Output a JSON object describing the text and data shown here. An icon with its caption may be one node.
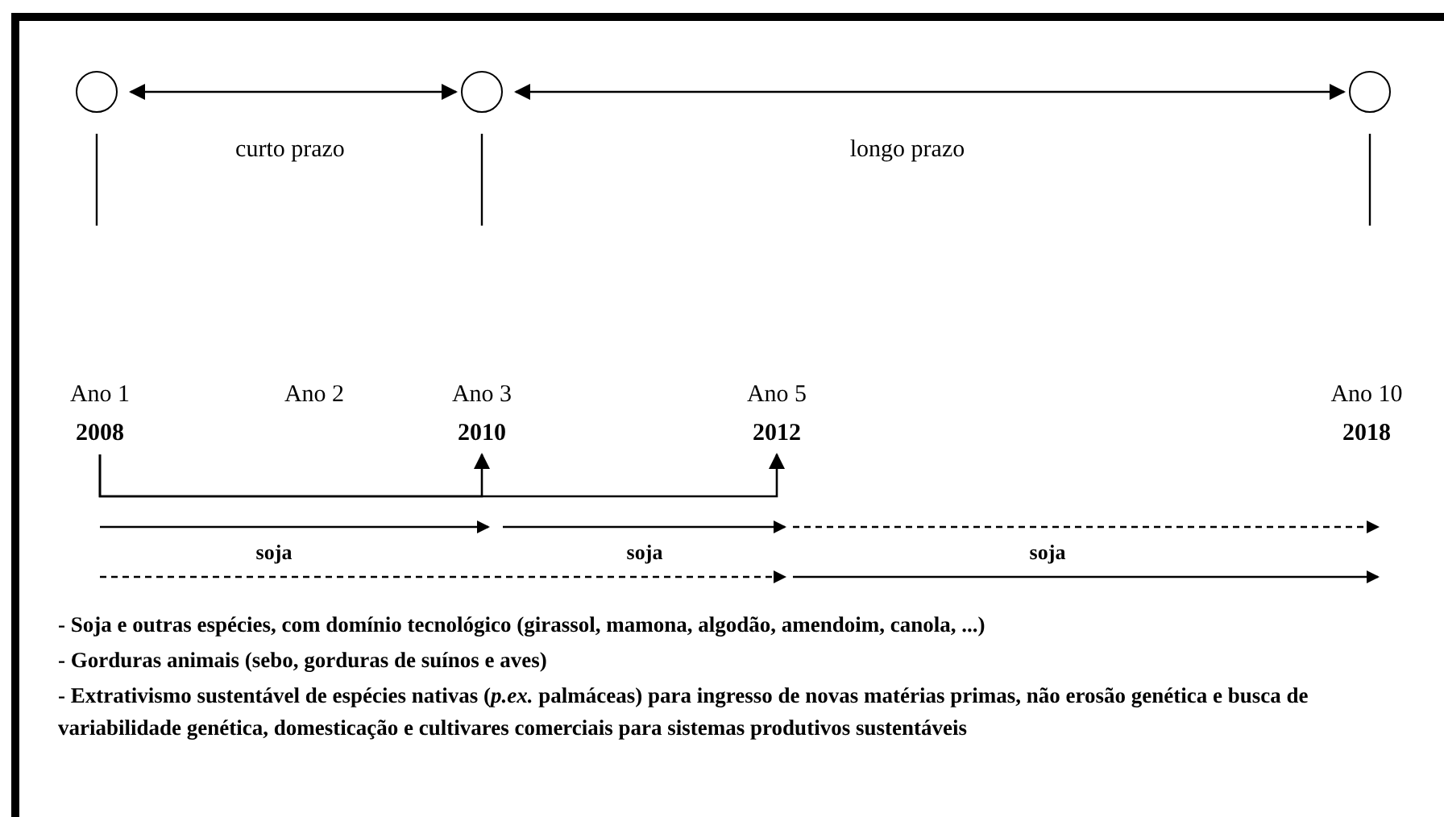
{
  "diagram": {
    "nodes": [
      {
        "text": [],
        "shape": "circle"
      },
      {
        "text": [],
        "shape": "circle"
      },
      {
        "text": [],
        "shape": "circle"
      },
      {
        "text": [
          "Ano 1",
          "2008"
        ]
      },
      {
        "text": [
          "Ano 3",
          "2010"
        ]
      },
      {
        "text": [
          "Ano 5",
          "2012"
        ]
      },
      {
        "text": [
          "Ano 10",
          "2018"
        ]
      }
    ],
    "edges": [
      {
        "from": 0,
        "to": 1,
        "arrow": "both",
        "label": "curto prazo"
      },
      {
        "from": 1,
        "to": 2,
        "arrow": "both",
        "label": "longo prazo"
      },
      {
        "from": 3,
        "to": 4,
        "arrow": "to"
      },
      {
        "from": 3,
        "to": 5,
        "arrow": "to"
      }
    ],
    "labels": [
      "Ano 2",
      "soja",
      "soja",
      "soja",
      "- Soja e outras espécies, com domínio tecnológico (girassol, mamona, algodão, amendoim, canola, ...)",
      "- Gorduras animais (sebo, gorduras de suínos e aves)",
      "- Extrativismo sustentável de espécies nativas (*p.ex.* palmáceas) para ingresso de novas matérias primas, não erosão genética e busca de variabilidade genética, domesticação e cultivares comerciais para sistemas produtivos sustentáveis"
    ]
  }
}
